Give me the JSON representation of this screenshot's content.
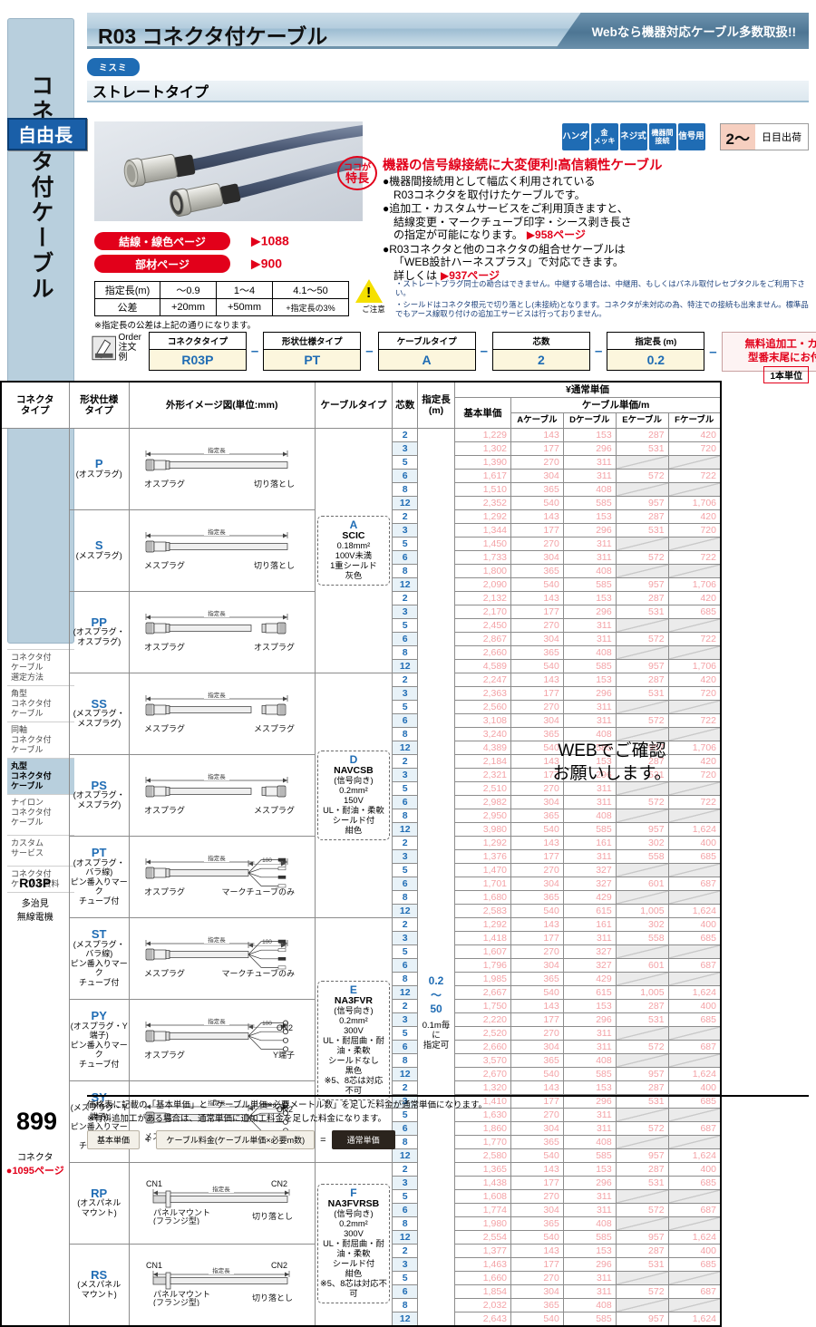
{
  "sidebar": {
    "vertical_title": "コネクタ付ケーブル",
    "items": [
      {
        "label": "コネクタ付\nケーブル\n選定方法",
        "active": false
      },
      {
        "label": "角型\nコネクタ付\nケーブル",
        "active": false
      },
      {
        "label": "同軸\nコネクタ付\nケーブル",
        "active": false
      },
      {
        "label": "丸型\nコネクタ付\nケーブル",
        "active": true
      },
      {
        "label": "ナイロン\nコネクタ付\nケーブル",
        "active": false
      },
      {
        "label": "カスタム\nサービス",
        "active": false
      },
      {
        "label": "コネクタ付\nケーブル資料",
        "active": false
      }
    ]
  },
  "header": {
    "title": "R03 コネクタ付ケーブル",
    "web_tag": "Webなら機器対応ケーブル多数取扱!!",
    "brand": "ミスミ",
    "subtitle": "ストレートタイプ"
  },
  "photo": {
    "free_length_badge": "自由長"
  },
  "page_refs": [
    {
      "label": "結線・線色ページ",
      "page": "1088"
    },
    {
      "label": "部材ページ",
      "page": "900"
    }
  ],
  "spec_icons": [
    {
      "name": "solder-icon",
      "lines": [
        "ハンダ"
      ]
    },
    {
      "name": "gold-plating-icon",
      "lines": [
        "金",
        "メッキ"
      ]
    },
    {
      "name": "screw-type-icon",
      "lines": [
        "ネジ式"
      ]
    },
    {
      "name": "inter-device-icon",
      "lines": [
        "機器間",
        "接続"
      ]
    },
    {
      "name": "signal-use-icon",
      "lines": [
        "信号用"
      ]
    }
  ],
  "shipping": {
    "days": "2〜",
    "label": "日目出荷"
  },
  "feature": {
    "badge_line1": "ココが",
    "badge_line2": "特長",
    "title": "機器の信号線接続に大変便利!高信頼性ケーブル",
    "bullets": [
      {
        "text": "機器間接続用として幅広く利用されている\nR03コネクタを取付けたケーブルです。",
        "ref": ""
      },
      {
        "text": "追加工・カスタムサービスをご利用頂きますと、\n結線変更・マークチューブ印字・シース剥き長さ\nの指定が可能になります。",
        "ref": "958ページ"
      },
      {
        "text": "R03コネクタと他のコネクタの組合せケーブルは\n「WEB設計ハーネスプラス」で対応できます。\n詳しくは",
        "ref": "937ページ"
      }
    ]
  },
  "tolerance": {
    "row_labels": [
      "指定長(m)",
      "公差"
    ],
    "columns": [
      {
        "len": "〜0.9",
        "tol": "+20mm"
      },
      {
        "len": "1〜4",
        "tol": "+50mm"
      },
      {
        "len": "4.1〜50",
        "tol": "+指定長の3%"
      }
    ],
    "note": "※指定長の公差は上記の通りになります。"
  },
  "caution": {
    "label": "ご注意",
    "lines": [
      "・ストレートプラグ同士の勘合はできません。中継する場合は、中継用、もしくはパネル取付レセプタクルをご利用下さい。",
      "・シールドはコネクタ根元で切り落とし(未接続)となります。コネクタが未対応の為、特注での接続も出来ません。標準品でもアース線取り付けの追加工サービスは行っておりません。"
    ]
  },
  "order_example": {
    "icon_label1": "Order",
    "icon_label2": "注文例",
    "fields": [
      {
        "header": "コネクタタイプ",
        "value": "R03P"
      },
      {
        "header": "形状仕様タイプ",
        "value": "PT"
      },
      {
        "header": "ケーブルタイプ",
        "value": "A"
      },
      {
        "header": "芯数",
        "value": "2"
      },
      {
        "header": "指定長 (m)",
        "value": "0.2"
      }
    ],
    "note": "無料追加工・カスタムNo.は\n型番末尾にお付けください",
    "unit_badge": "1本単位"
  },
  "table": {
    "headers": {
      "connector_type": "コネクタ\nタイプ",
      "shape_type": "形状仕様\nタイプ",
      "diagram": "外形イメージ図(単位:mm)",
      "cable_type": "ケーブルタイプ",
      "cores": "芯数",
      "length": "指定長\n(m)",
      "price_group": "¥通常単価",
      "base_price": "基本単価",
      "cable_price_group": "ケーブル単価/m",
      "cable_cols": [
        "Aケーブル",
        "Dケーブル",
        "Eケーブル",
        "Fケーブル"
      ]
    },
    "connector_type": {
      "code": "R03P",
      "maker_line1": "多治見",
      "maker_line2": "無線電機",
      "connector_label": "コネクタ",
      "connector_page": "1095ページ"
    },
    "length_spec": {
      "from": "0.2",
      "wave": "〜",
      "to": "50",
      "note": "0.1m毎\nに\n指定可"
    },
    "web_overlay": "WEBでご確認\nお願いします。",
    "shapes": [
      {
        "code": "P",
        "desc": "(オスプラグ)",
        "left": "オスプラグ",
        "right": "切り落とし",
        "dim": "指定長",
        "kind": "single"
      },
      {
        "code": "S",
        "desc": "(メスプラグ)",
        "left": "メスプラグ",
        "right": "切り落とし",
        "dim": "指定長",
        "kind": "single"
      },
      {
        "code": "PP",
        "desc": "(オスプラグ・\nオスプラグ)",
        "left": "オスプラグ",
        "right": "オスプラグ",
        "dim": "指定長",
        "kind": "both"
      },
      {
        "code": "SS",
        "desc": "(メスプラグ・\nメスプラグ)",
        "left": "メスプラグ",
        "right": "メスプラグ",
        "dim": "指定長",
        "kind": "both"
      },
      {
        "code": "PS",
        "desc": "(オスプラグ・\nメスプラグ)",
        "left": "オスプラグ",
        "right": "メスプラグ",
        "dim": "指定長",
        "kind": "both"
      },
      {
        "code": "PT",
        "desc": "(オスプラグ・バラ線)\nピン番入りマーク\nチューブ付",
        "left": "オスプラグ",
        "right": "マークチューブのみ",
        "dim": "指定長",
        "dim2": "100",
        "kind": "bare"
      },
      {
        "code": "ST",
        "desc": "(メスプラグ・バラ線)\nピン番入りマーク\nチューブ付",
        "left": "メスプラグ",
        "right": "マークチューブのみ",
        "dim": "指定長",
        "dim2": "100",
        "kind": "bare"
      },
      {
        "code": "PY",
        "desc": "(オスプラグ・Y端子)\nピン番入りマーク\nチューブ付",
        "left": "オスプラグ",
        "right": "Y端子",
        "dim": "指定長",
        "dim2": "100",
        "cn": "CN2",
        "kind": "yterm"
      },
      {
        "code": "SY",
        "desc": "(メスプラグ・Y端子)\nピン番入りマーク\nチューブ付",
        "left": "メスプラグ",
        "right": "Y端子",
        "dim": "指定長",
        "dim2": "100",
        "cn": "CN2",
        "kind": "yterm"
      },
      {
        "code": "RP",
        "desc": "(オスパネル\nマウント)",
        "left": "パネルマウント\n(フランジ型)",
        "right": "切り落とし",
        "dim": "指定長",
        "cn1": "CN1",
        "cn2": "CN2",
        "kind": "panel"
      },
      {
        "code": "RS",
        "desc": "(メスパネル\nマウント)",
        "left": "パネルマウント\n(フランジ型)",
        "right": "切り落とし",
        "dim": "指定長",
        "cn1": "CN1",
        "cn2": "CN2",
        "kind": "panel"
      }
    ],
    "cable_types": [
      {
        "code": "A",
        "name": "SCIC",
        "lines": [
          "0.18mm²",
          "100V未満",
          "1重シールド",
          "灰色"
        ]
      },
      {
        "code": "D",
        "name": "NAVCSB",
        "lines": [
          "(信号向き)",
          "0.2mm²",
          "150V",
          "UL・耐油・柔軟",
          "シールド付",
          "紺色"
        ]
      },
      {
        "code": "E",
        "name": "NA3FVR",
        "lines": [
          "(信号向き)",
          "0.2mm²",
          "300V",
          "UL・耐屈曲・耐油・柔軟",
          "シールドなし",
          "黒色",
          "※5、8芯は対応",
          "不可"
        ]
      },
      {
        "code": "F",
        "name": "NA3FVRSB",
        "lines": [
          "(信号向き)",
          "0.2mm²",
          "300V",
          "UL・耐屈曲・耐油・柔軟",
          "シールド付",
          "紺色",
          "※5、8芯は対応不可"
        ]
      }
    ],
    "core_sequence": [
      2,
      3,
      5,
      6,
      8,
      12
    ],
    "rows": [
      {
        "cores": 2,
        "base": "1,229",
        "a": "143",
        "d": "153",
        "e": "287",
        "f": "420"
      },
      {
        "cores": 3,
        "base": "1,302",
        "a": "177",
        "d": "296",
        "e": "531",
        "f": "720"
      },
      {
        "cores": 5,
        "base": "1,390",
        "a": "270",
        "d": "311",
        "e": "",
        "f": ""
      },
      {
        "cores": 6,
        "base": "1,617",
        "a": "304",
        "d": "311",
        "e": "572",
        "f": "722"
      },
      {
        "cores": 8,
        "base": "1,510",
        "a": "365",
        "d": "408",
        "e": "",
        "f": ""
      },
      {
        "cores": 12,
        "base": "2,352",
        "a": "540",
        "d": "585",
        "e": "957",
        "f": "1,706"
      },
      {
        "cores": 2,
        "base": "1,292",
        "a": "143",
        "d": "153",
        "e": "287",
        "f": "420"
      },
      {
        "cores": 3,
        "base": "1,344",
        "a": "177",
        "d": "296",
        "e": "531",
        "f": "720"
      },
      {
        "cores": 5,
        "base": "1,450",
        "a": "270",
        "d": "311",
        "e": "",
        "f": ""
      },
      {
        "cores": 6,
        "base": "1,733",
        "a": "304",
        "d": "311",
        "e": "572",
        "f": "722"
      },
      {
        "cores": 8,
        "base": "1,800",
        "a": "365",
        "d": "408",
        "e": "",
        "f": ""
      },
      {
        "cores": 12,
        "base": "2,090",
        "a": "540",
        "d": "585",
        "e": "957",
        "f": "1,706"
      },
      {
        "cores": 2,
        "base": "2,132",
        "a": "143",
        "d": "153",
        "e": "287",
        "f": "420"
      },
      {
        "cores": 3,
        "base": "2,170",
        "a": "177",
        "d": "296",
        "e": "531",
        "f": "685"
      },
      {
        "cores": 5,
        "base": "2,450",
        "a": "270",
        "d": "311",
        "e": "",
        "f": ""
      },
      {
        "cores": 6,
        "base": "2,867",
        "a": "304",
        "d": "311",
        "e": "572",
        "f": "722"
      },
      {
        "cores": 8,
        "base": "2,660",
        "a": "365",
        "d": "408",
        "e": "",
        "f": ""
      },
      {
        "cores": 12,
        "base": "4,589",
        "a": "540",
        "d": "585",
        "e": "957",
        "f": "1,706"
      },
      {
        "cores": 2,
        "base": "2,247",
        "a": "143",
        "d": "153",
        "e": "287",
        "f": "420"
      },
      {
        "cores": 3,
        "base": "2,363",
        "a": "177",
        "d": "296",
        "e": "531",
        "f": "720"
      },
      {
        "cores": 5,
        "base": "2,560",
        "a": "270",
        "d": "311",
        "e": "",
        "f": ""
      },
      {
        "cores": 6,
        "base": "3,108",
        "a": "304",
        "d": "311",
        "e": "572",
        "f": "722"
      },
      {
        "cores": 8,
        "base": "3,240",
        "a": "365",
        "d": "408",
        "e": "",
        "f": ""
      },
      {
        "cores": 12,
        "base": "4,389",
        "a": "540",
        "d": "585",
        "e": "957",
        "f": "1,706"
      },
      {
        "cores": 2,
        "base": "2,184",
        "a": "143",
        "d": "153",
        "e": "287",
        "f": "420"
      },
      {
        "cores": 3,
        "base": "2,321",
        "a": "177",
        "d": "296",
        "e": "531",
        "f": "720"
      },
      {
        "cores": 5,
        "base": "2,510",
        "a": "270",
        "d": "311",
        "e": "",
        "f": ""
      },
      {
        "cores": 6,
        "base": "2,982",
        "a": "304",
        "d": "311",
        "e": "572",
        "f": "722"
      },
      {
        "cores": 8,
        "base": "2,950",
        "a": "365",
        "d": "408",
        "e": "",
        "f": ""
      },
      {
        "cores": 12,
        "base": "3,980",
        "a": "540",
        "d": "585",
        "e": "957",
        "f": "1,624"
      },
      {
        "cores": 2,
        "base": "1,292",
        "a": "143",
        "d": "161",
        "e": "302",
        "f": "400"
      },
      {
        "cores": 3,
        "base": "1,376",
        "a": "177",
        "d": "311",
        "e": "558",
        "f": "685"
      },
      {
        "cores": 5,
        "base": "1,470",
        "a": "270",
        "d": "327",
        "e": "",
        "f": ""
      },
      {
        "cores": 6,
        "base": "1,701",
        "a": "304",
        "d": "327",
        "e": "601",
        "f": "687"
      },
      {
        "cores": 8,
        "base": "1,680",
        "a": "365",
        "d": "429",
        "e": "",
        "f": ""
      },
      {
        "cores": 12,
        "base": "2,583",
        "a": "540",
        "d": "615",
        "e": "1,005",
        "f": "1,624"
      },
      {
        "cores": 2,
        "base": "1,292",
        "a": "143",
        "d": "161",
        "e": "302",
        "f": "400"
      },
      {
        "cores": 3,
        "base": "1,418",
        "a": "177",
        "d": "311",
        "e": "558",
        "f": "685"
      },
      {
        "cores": 5,
        "base": "1,607",
        "a": "270",
        "d": "327",
        "e": "",
        "f": ""
      },
      {
        "cores": 6,
        "base": "1,796",
        "a": "304",
        "d": "327",
        "e": "601",
        "f": "687"
      },
      {
        "cores": 8,
        "base": "1,985",
        "a": "365",
        "d": "429",
        "e": "",
        "f": ""
      },
      {
        "cores": 12,
        "base": "2,667",
        "a": "540",
        "d": "615",
        "e": "1,005",
        "f": "1,624"
      },
      {
        "cores": 2,
        "base": "1,750",
        "a": "143",
        "d": "153",
        "e": "287",
        "f": "400"
      },
      {
        "cores": 3,
        "base": "2,220",
        "a": "177",
        "d": "296",
        "e": "531",
        "f": "685"
      },
      {
        "cores": 5,
        "base": "2,520",
        "a": "270",
        "d": "311",
        "e": "",
        "f": ""
      },
      {
        "cores": 6,
        "base": "2,660",
        "a": "304",
        "d": "311",
        "e": "572",
        "f": "687"
      },
      {
        "cores": 8,
        "base": "3,570",
        "a": "365",
        "d": "408",
        "e": "",
        "f": ""
      },
      {
        "cores": 12,
        "base": "2,670",
        "a": "540",
        "d": "585",
        "e": "957",
        "f": "1,624"
      },
      {
        "cores": 2,
        "base": "1,320",
        "a": "143",
        "d": "153",
        "e": "287",
        "f": "400"
      },
      {
        "cores": 3,
        "base": "1,410",
        "a": "177",
        "d": "296",
        "e": "531",
        "f": "685"
      },
      {
        "cores": 5,
        "base": "1,630",
        "a": "270",
        "d": "311",
        "e": "",
        "f": ""
      },
      {
        "cores": 6,
        "base": "1,860",
        "a": "304",
        "d": "311",
        "e": "572",
        "f": "687"
      },
      {
        "cores": 8,
        "base": "1,770",
        "a": "365",
        "d": "408",
        "e": "",
        "f": ""
      },
      {
        "cores": 12,
        "base": "2,580",
        "a": "540",
        "d": "585",
        "e": "957",
        "f": "1,624"
      },
      {
        "cores": 2,
        "base": "1,365",
        "a": "143",
        "d": "153",
        "e": "287",
        "f": "400"
      },
      {
        "cores": 3,
        "base": "1,438",
        "a": "177",
        "d": "296",
        "e": "531",
        "f": "685"
      },
      {
        "cores": 5,
        "base": "1,608",
        "a": "270",
        "d": "311",
        "e": "",
        "f": ""
      },
      {
        "cores": 6,
        "base": "1,774",
        "a": "304",
        "d": "311",
        "e": "572",
        "f": "687"
      },
      {
        "cores": 8,
        "base": "1,980",
        "a": "365",
        "d": "408",
        "e": "",
        "f": ""
      },
      {
        "cores": 12,
        "base": "2,554",
        "a": "540",
        "d": "585",
        "e": "957",
        "f": "1,624"
      },
      {
        "cores": 2,
        "base": "1,377",
        "a": "143",
        "d": "153",
        "e": "287",
        "f": "400"
      },
      {
        "cores": 3,
        "base": "1,463",
        "a": "177",
        "d": "296",
        "e": "531",
        "f": "685"
      },
      {
        "cores": 5,
        "base": "1,660",
        "a": "270",
        "d": "311",
        "e": "",
        "f": ""
      },
      {
        "cores": 6,
        "base": "1,854",
        "a": "304",
        "d": "311",
        "e": "572",
        "f": "687"
      },
      {
        "cores": 8,
        "base": "2,032",
        "a": "365",
        "d": "408",
        "e": "",
        "f": ""
      },
      {
        "cores": 12,
        "base": "2,643",
        "a": "540",
        "d": "585",
        "e": "957",
        "f": "1,624"
      }
    ]
  },
  "footer": {
    "line1": "価格表に記載の「基本単価」と「ケーブル単価×必要メートル数」を足した料金が通常単価になります。",
    "line2": "※有料追加工がある場合は、通常単価に追加工料金を足した料金になります。",
    "formula": {
      "a": "基本単価",
      "plus": "+",
      "b": "ケーブル料金(ケーブル単価×必要m数)",
      "eq": "=",
      "c": "通常単価"
    },
    "page_number": "899"
  }
}
